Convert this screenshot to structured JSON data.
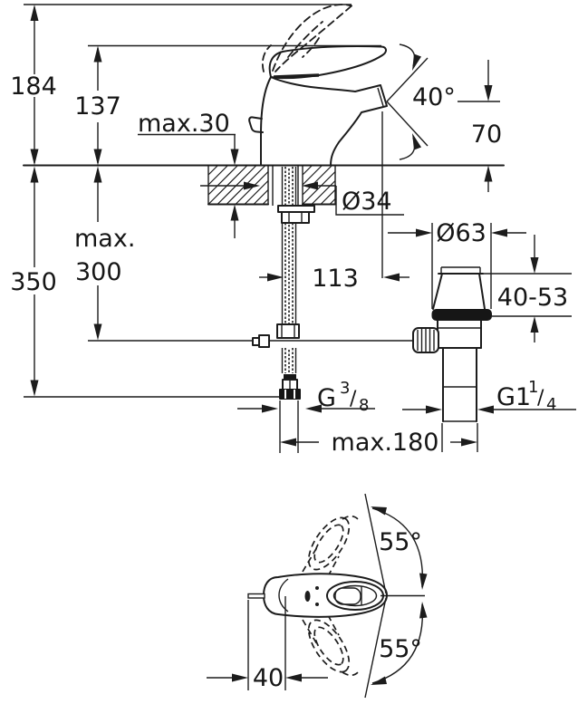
{
  "meta": {
    "background_color": "#ffffff",
    "line_color": "#1c1c1c"
  },
  "side_view": {
    "dim_184": "184",
    "dim_137": "137",
    "dim_max30": "max.30",
    "angle_40": "40°",
    "dim_70": "70",
    "dia_34": "Ø34",
    "dim_max300_line1": "max.",
    "dim_max300_line2": "300",
    "dim_350": "350",
    "dim_113": "113",
    "dia_63": "Ø63",
    "dim_40_53": "40-53",
    "thread_g38": {
      "base": "G",
      "sup": "3",
      "slash": "/",
      "sub": "8"
    },
    "thread_g114": {
      "base": "G1",
      "sup": "1",
      "slash": "/",
      "sub": "4"
    },
    "dim_max180": "max.180"
  },
  "top_view": {
    "angle_55_upper": "55°",
    "angle_55_lower": "55°",
    "dim_40": "40"
  }
}
